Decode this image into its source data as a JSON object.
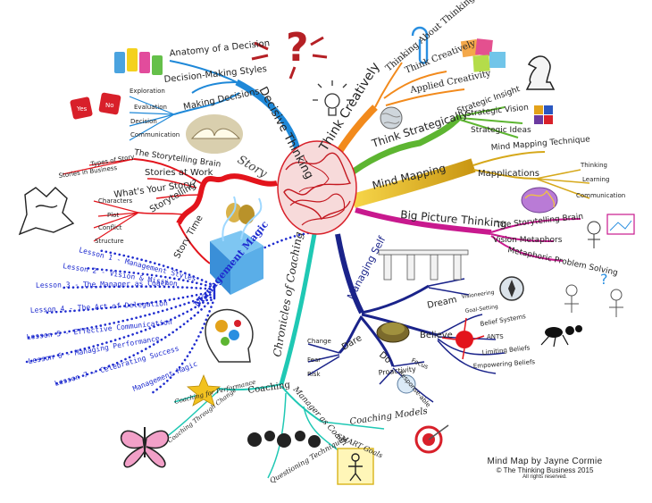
{
  "footer": {
    "title": "Mind Map by Jayne Cormie",
    "copyright": "© The Thinking Business 2015",
    "rights": "All rights reserved."
  },
  "branches": {
    "decisive": {
      "main": "Decisive Thinking",
      "sub": [
        "Anatomy of a Decision",
        "Decision-Making Styles",
        "Making Decisions",
        "Exploration",
        "Evaluation",
        "Decision",
        "Communication"
      ]
    },
    "think_creatively": {
      "main": "Think Creatively",
      "sub": [
        "Thinking About Thinking",
        "Think Creatively",
        "Applied Creativity"
      ]
    },
    "think_strategically": {
      "main": "Think Strategically",
      "sub": [
        "Strategic Insight",
        "Strategic Vision",
        "Strategic Ideas"
      ]
    },
    "mind_mapping": {
      "main": "Mind Mapping",
      "sub": [
        "Mind Mapping Technique",
        "Mapplications",
        "Thinking",
        "Learning",
        "Communication"
      ]
    },
    "big_picture": {
      "main": "Big Picture Thinking",
      "sub": [
        "The Storytelling Brain",
        "Vision Metaphors",
        "Metaphoric Problem Solving"
      ]
    },
    "story": {
      "main": "Story",
      "sub": [
        "The Storytelling Brain",
        "Types of Story",
        "Stories in Business",
        "Stories at Work",
        "What's Your Story?",
        "Characters",
        "Plot",
        "Conflict",
        "Structure",
        "Storytelling",
        "Story Time"
      ]
    },
    "management_magic": {
      "main": "Management Magic",
      "lessons": [
        "Lesson 1 - Management Styles",
        "Lesson 2 - Vision & Mission",
        "Lesson 3 - The Manager as Coach",
        "Lesson 4 - The Art of Delegation",
        "Lesson 5 - Effective Communication",
        "Lesson 6 - Managing Performance",
        "Lesson 7 - Celebrating Success",
        "Management Magic"
      ]
    },
    "coaching": {
      "main": "Chronicles of Coaching",
      "sub": [
        "Coaching",
        "Coaching for Performance",
        "Coaching Through Change",
        "Manager as Coach",
        "Coaching Models",
        "SMART Goals",
        "Questioning Techniques"
      ]
    },
    "managing_self": {
      "main": "Managing Self",
      "sub": [
        "Dream",
        "Believe",
        "Dare",
        "Do",
        "Visioneering",
        "Goal-Setting",
        "Belief Systems",
        "ANTS",
        "Limiting Beliefs",
        "Empowering Beliefs",
        "Focus",
        "Response-able",
        "Proactivity",
        "Change",
        "Fear",
        "Risk"
      ]
    }
  }
}
